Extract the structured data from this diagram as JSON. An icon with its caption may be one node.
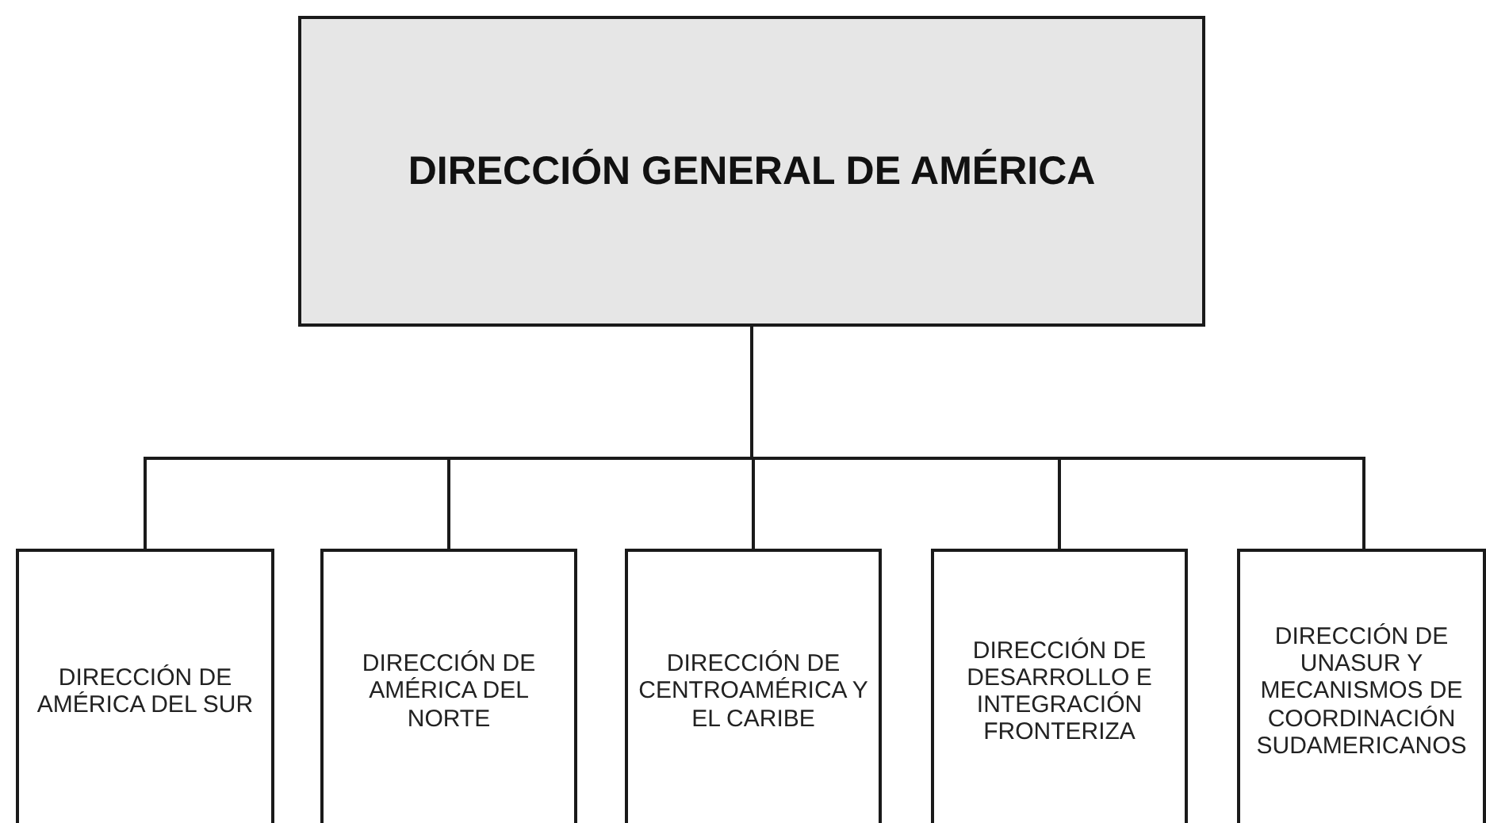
{
  "diagram": {
    "nodes": [
      {
        "text": [
          "DIRECCIÓN GENERAL DE AMÉRICA"
        ]
      },
      {
        "text": [
          "DIRECCIÓN DE AMÉRICA DEL SUR"
        ]
      },
      {
        "text": [
          "DIRECCIÓN DE AMÉRICA DEL NORTE"
        ]
      },
      {
        "text": [
          "DIRECCIÓN DE CENTROAMÉRICA Y EL CARIBE"
        ]
      },
      {
        "text": [
          "DIRECCIÓN DE DESARROLLO E INTEGRACIÓN FRONTERIZA"
        ]
      },
      {
        "text": [
          "DIRECCIÓN DE UNASUR Y MECANISMOS DE COORDINACIÓN SUDAMERICANOS"
        ]
      }
    ],
    "edges": [
      {
        "from": 0,
        "to": 1,
        "arrow": "none"
      },
      {
        "from": 0,
        "to": 2,
        "arrow": "none"
      },
      {
        "from": 0,
        "to": 3,
        "arrow": "none"
      },
      {
        "from": 0,
        "to": 4,
        "arrow": "none"
      },
      {
        "from": 0,
        "to": 5,
        "arrow": "none"
      }
    ]
  }
}
